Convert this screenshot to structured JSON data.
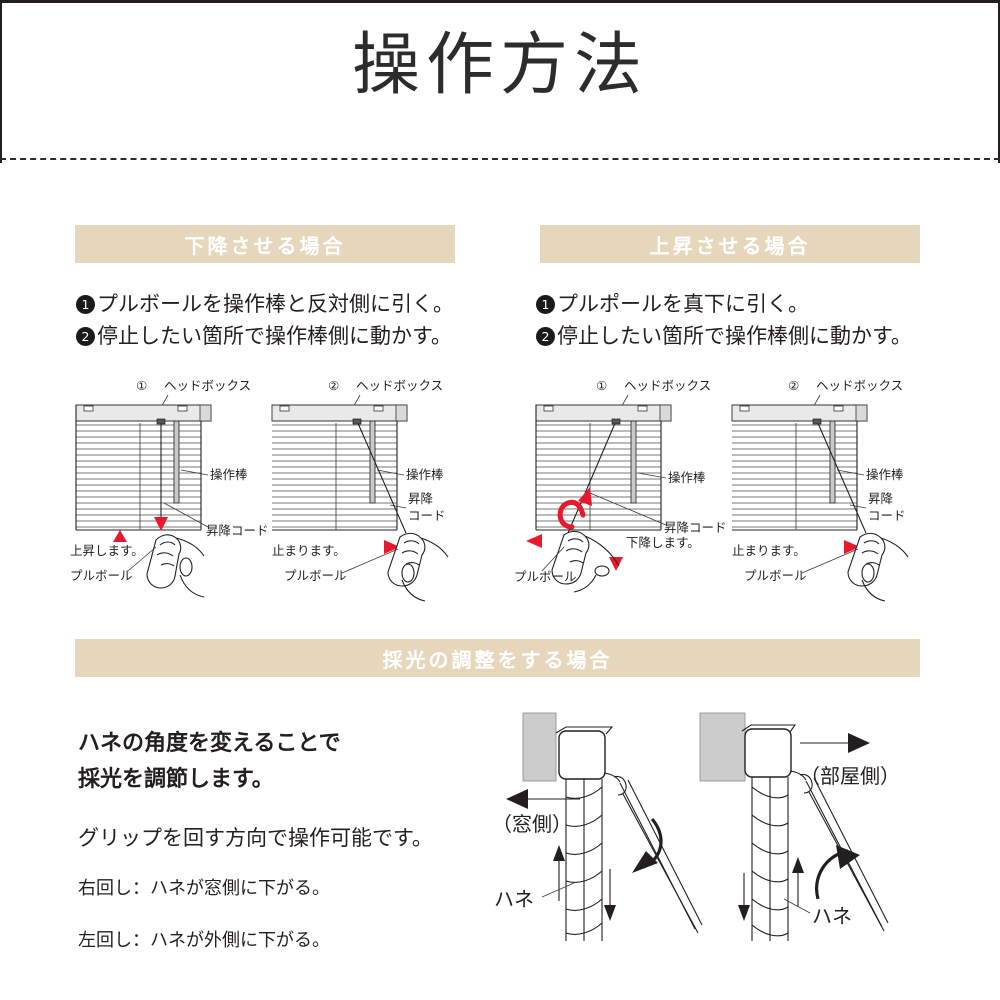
{
  "page": {
    "title": "操作方法"
  },
  "sections": {
    "lower": {
      "banner": "下降させる場合",
      "steps": [
        {
          "num": "❶",
          "text": "プルボールを操作棒と反対側に引く。"
        },
        {
          "num": "❷",
          "text": "停止したい箇所で操作棒側に動かす。"
        }
      ],
      "panels": [
        {
          "index": "①",
          "labels": {
            "headbox": "ヘッドボックス",
            "rod": "操作棒",
            "cord": "昇降コード",
            "ball": "プルボール",
            "action": "上昇します。"
          }
        },
        {
          "index": "②",
          "labels": {
            "headbox": "ヘッドボックス",
            "rod": "操作棒",
            "cord_line1": "昇降",
            "cord_line2": "コード",
            "ball": "プルボール",
            "action": "止まります。"
          }
        }
      ]
    },
    "raise": {
      "banner": "上昇させる場合",
      "steps": [
        {
          "num": "❶",
          "text": "プルポールを真下に引く。"
        },
        {
          "num": "❷",
          "text": "停止したい箇所で操作棒側に動かす。"
        }
      ],
      "panels": [
        {
          "index": "①",
          "labels": {
            "headbox": "ヘッドボックス",
            "rod": "操作棒",
            "cord": "昇降コード",
            "ball": "プルボール",
            "action": "下降します。"
          }
        },
        {
          "index": "②",
          "labels": {
            "headbox": "ヘッドボックス",
            "rod": "操作棒",
            "cord_line1": "昇降",
            "cord_line2": "コード",
            "ball": "プルボール",
            "action": "止まります。"
          }
        }
      ]
    },
    "light": {
      "banner": "採光の調整をする場合",
      "lead_line1": "ハネの角度を変えることで",
      "lead_line2": "採光を調節します。",
      "sub": "グリップを回す方向で操作可能です。",
      "note_line1": "右回し：ハネが窓側に下がる。",
      "note_line2": "左回し：ハネが外側に下がる。",
      "grips": [
        {
          "side_label": "（窓側）",
          "vane_label": "ハネ"
        },
        {
          "side_label": "（部屋側）",
          "vane_label": "ハネ"
        }
      ]
    }
  },
  "colors": {
    "banner_bg": "#e6d7bc",
    "banner_text": "#ffffff",
    "ink": "#231f20",
    "accent_red": "#e8192c",
    "wall_gray": "#cccccc"
  }
}
